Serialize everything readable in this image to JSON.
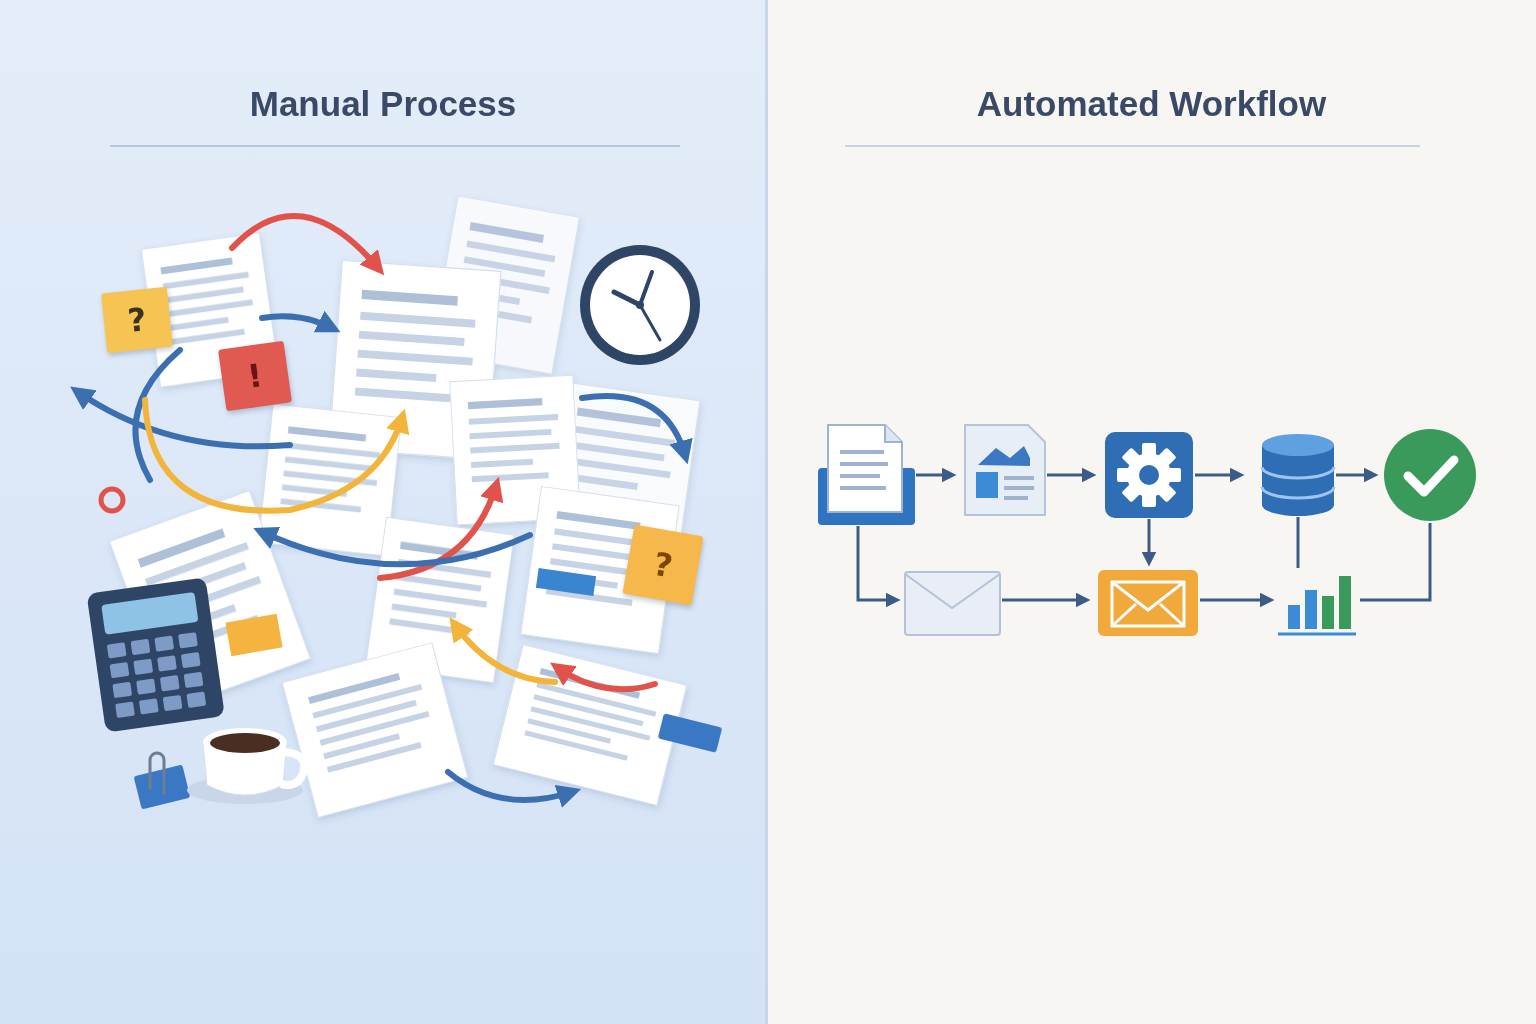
{
  "diagram": {
    "nodes": [
      {
        "text": [
          "Manual Process"
        ]
      },
      {
        "text": [
          "Automated Workflow"
        ]
      },
      {
        "text": [
          "?"
        ],
        "in": 0
      },
      {
        "text": [
          "!"
        ],
        "in": 0
      },
      {
        "text": [
          "?"
        ],
        "in": 0
      }
    ]
  }
}
